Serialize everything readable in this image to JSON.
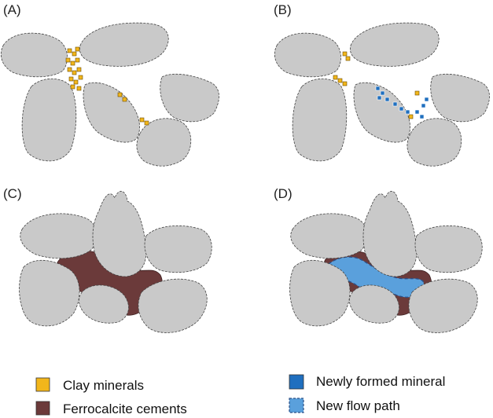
{
  "panels": {
    "a": "(A)",
    "b": "(B)",
    "c": "(C)",
    "d": "(D)"
  },
  "legend": {
    "clay": "Clay minerals",
    "ferrocalcite": "Ferrocalcite cements",
    "newly_formed": "Newly formed mineral",
    "flow_path": "New flow path"
  },
  "colors": {
    "grain": "#c9c9c9",
    "clay": "#f2b61b",
    "ferrocalcite": "#6b3a3a",
    "newly_formed": "#1f6fbf",
    "flow_path": "#5aa0dc"
  }
}
